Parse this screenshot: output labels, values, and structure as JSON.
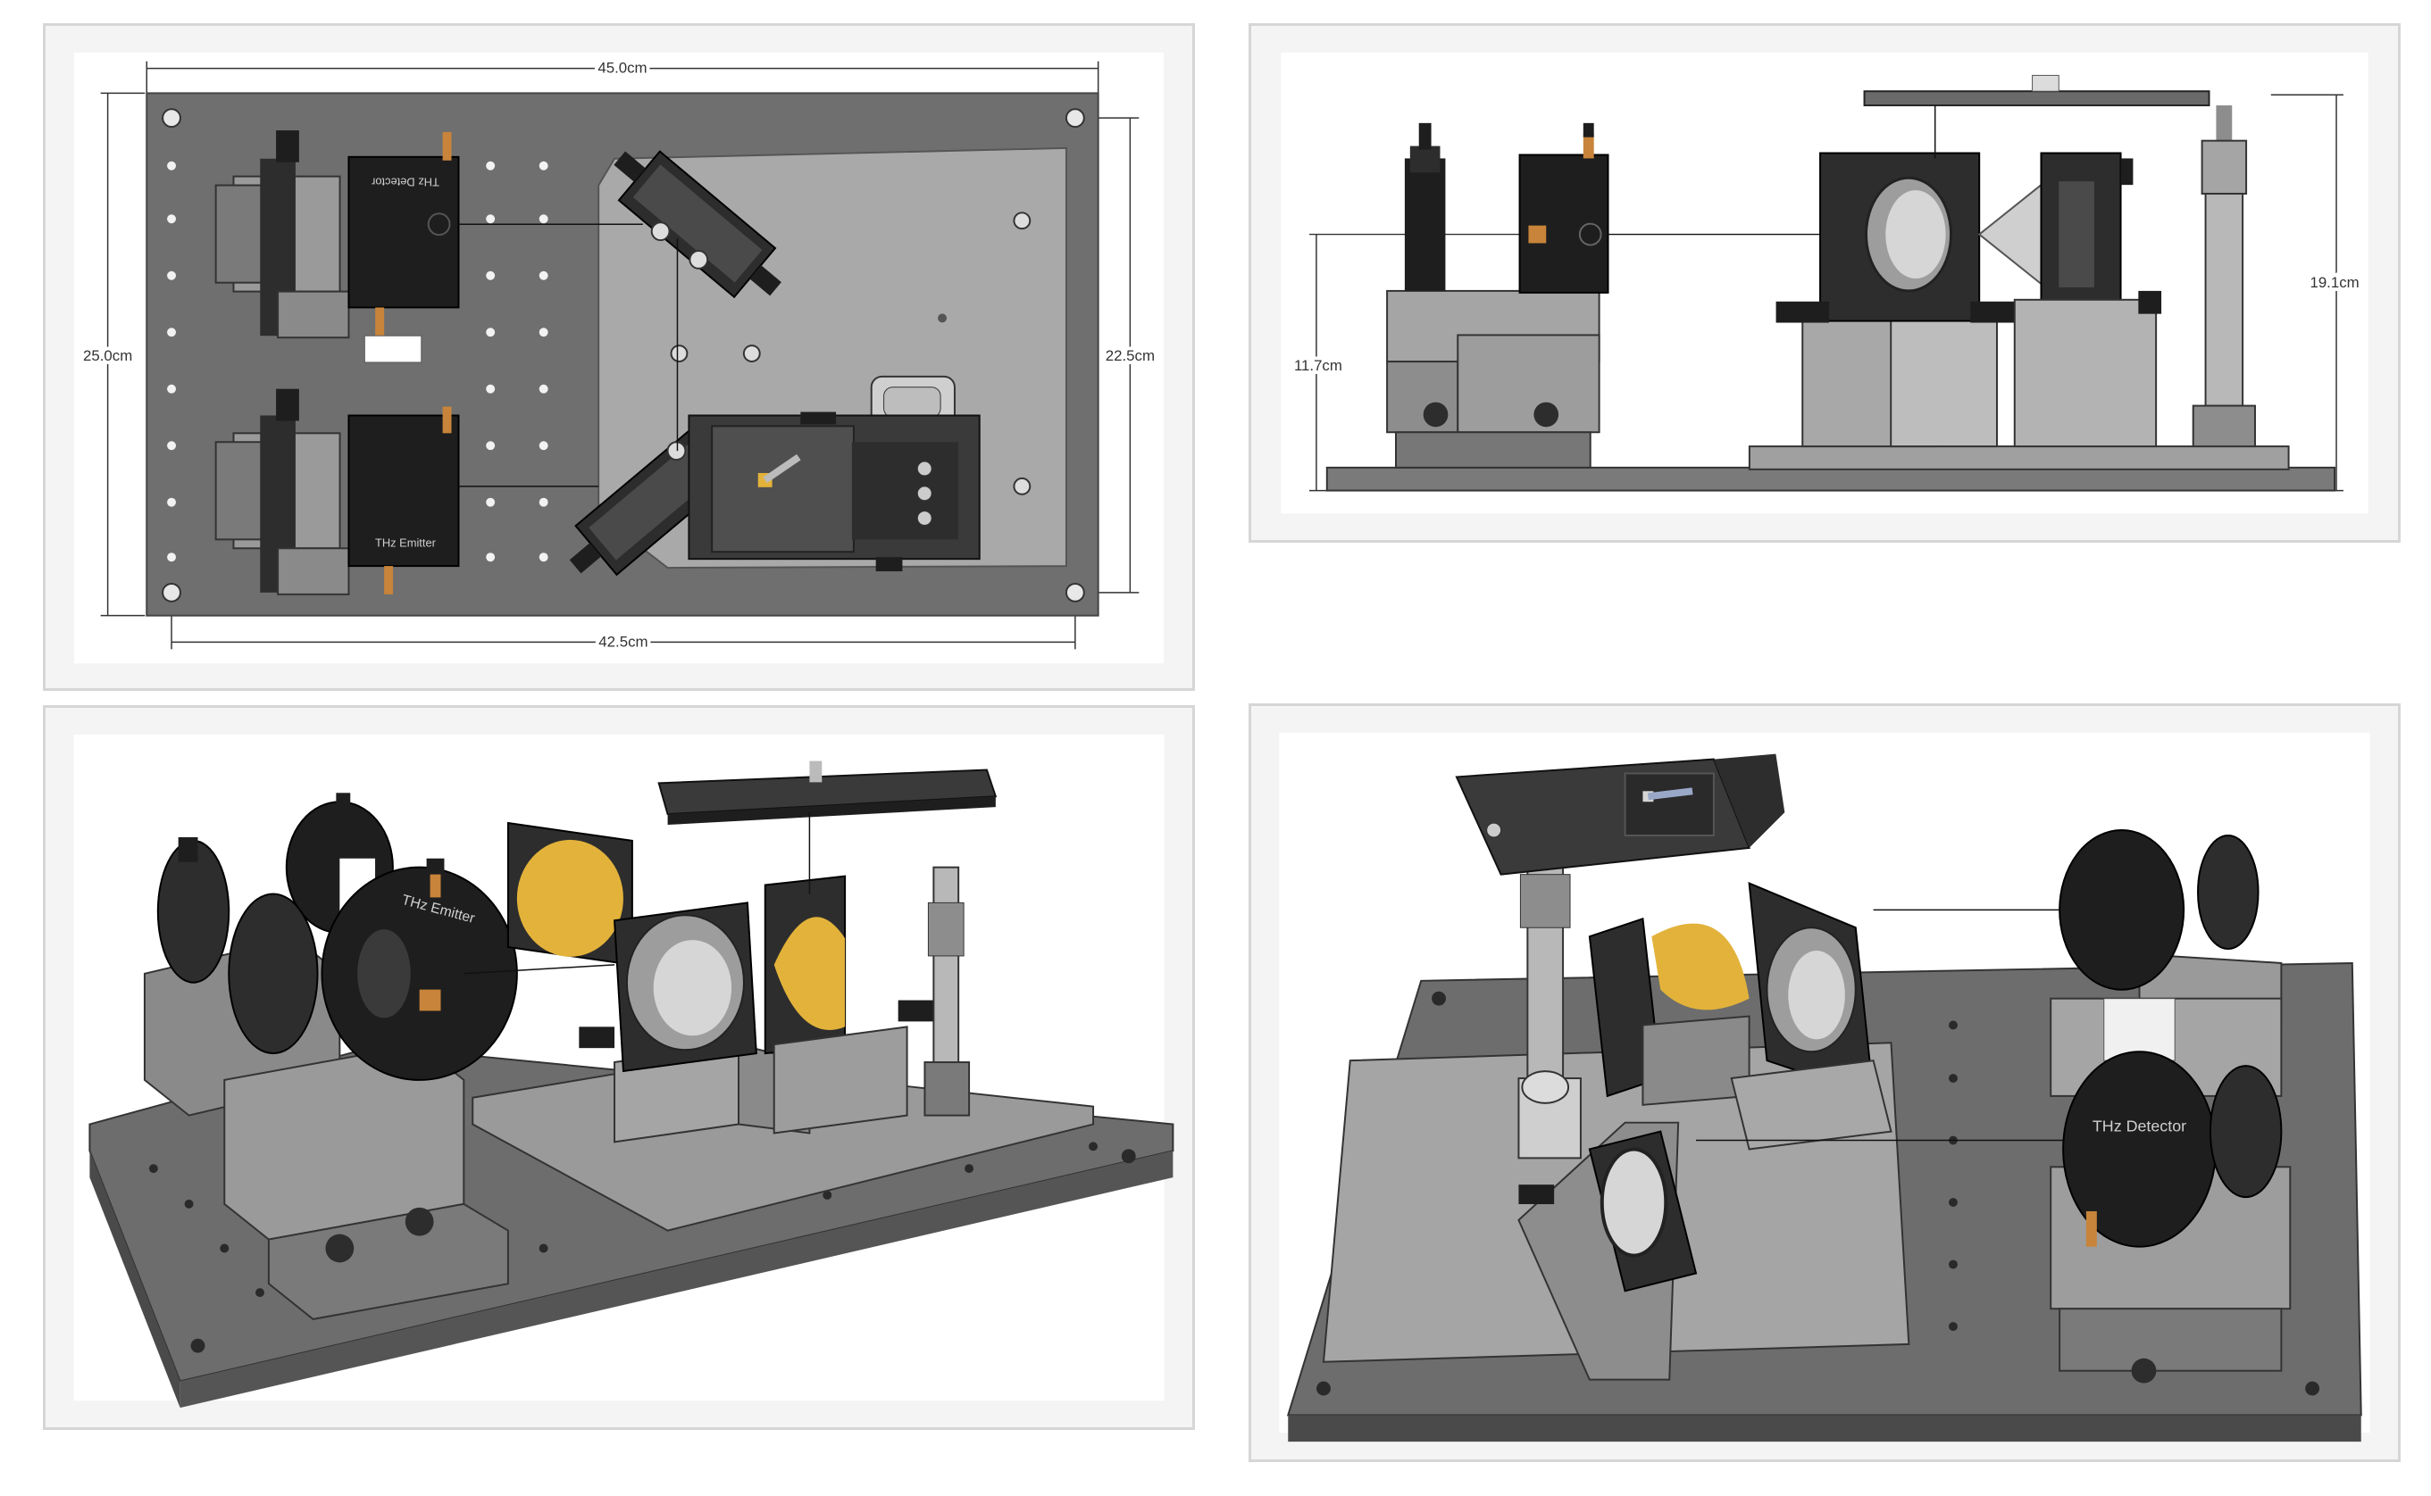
{
  "colors": {
    "plate": "#6f6f6f",
    "plate_dark": "#4a4a4a",
    "breadboard_light": "#a9a9a9",
    "component_black": "#1e1e1e",
    "component_dark": "#2d2d2d",
    "mirror_gold": "#e2b23a",
    "brass": "#c8843a",
    "dimension_line": "#333333"
  },
  "views": {
    "top": {
      "dim_width": "45.0cm",
      "dim_height": "25.0cm",
      "dim_inner_height": "22.5cm",
      "dim_hole_spacing": "42.5cm",
      "detector_label": "THz Detector",
      "emitter_label": "THz Emitter"
    },
    "side": {
      "dim_beam_height": "11.7cm",
      "dim_total_height": "19.1cm"
    },
    "iso_front": {
      "emitter_label": "THz Emitter"
    },
    "iso_back": {
      "detector_label": "THz Detector"
    }
  }
}
